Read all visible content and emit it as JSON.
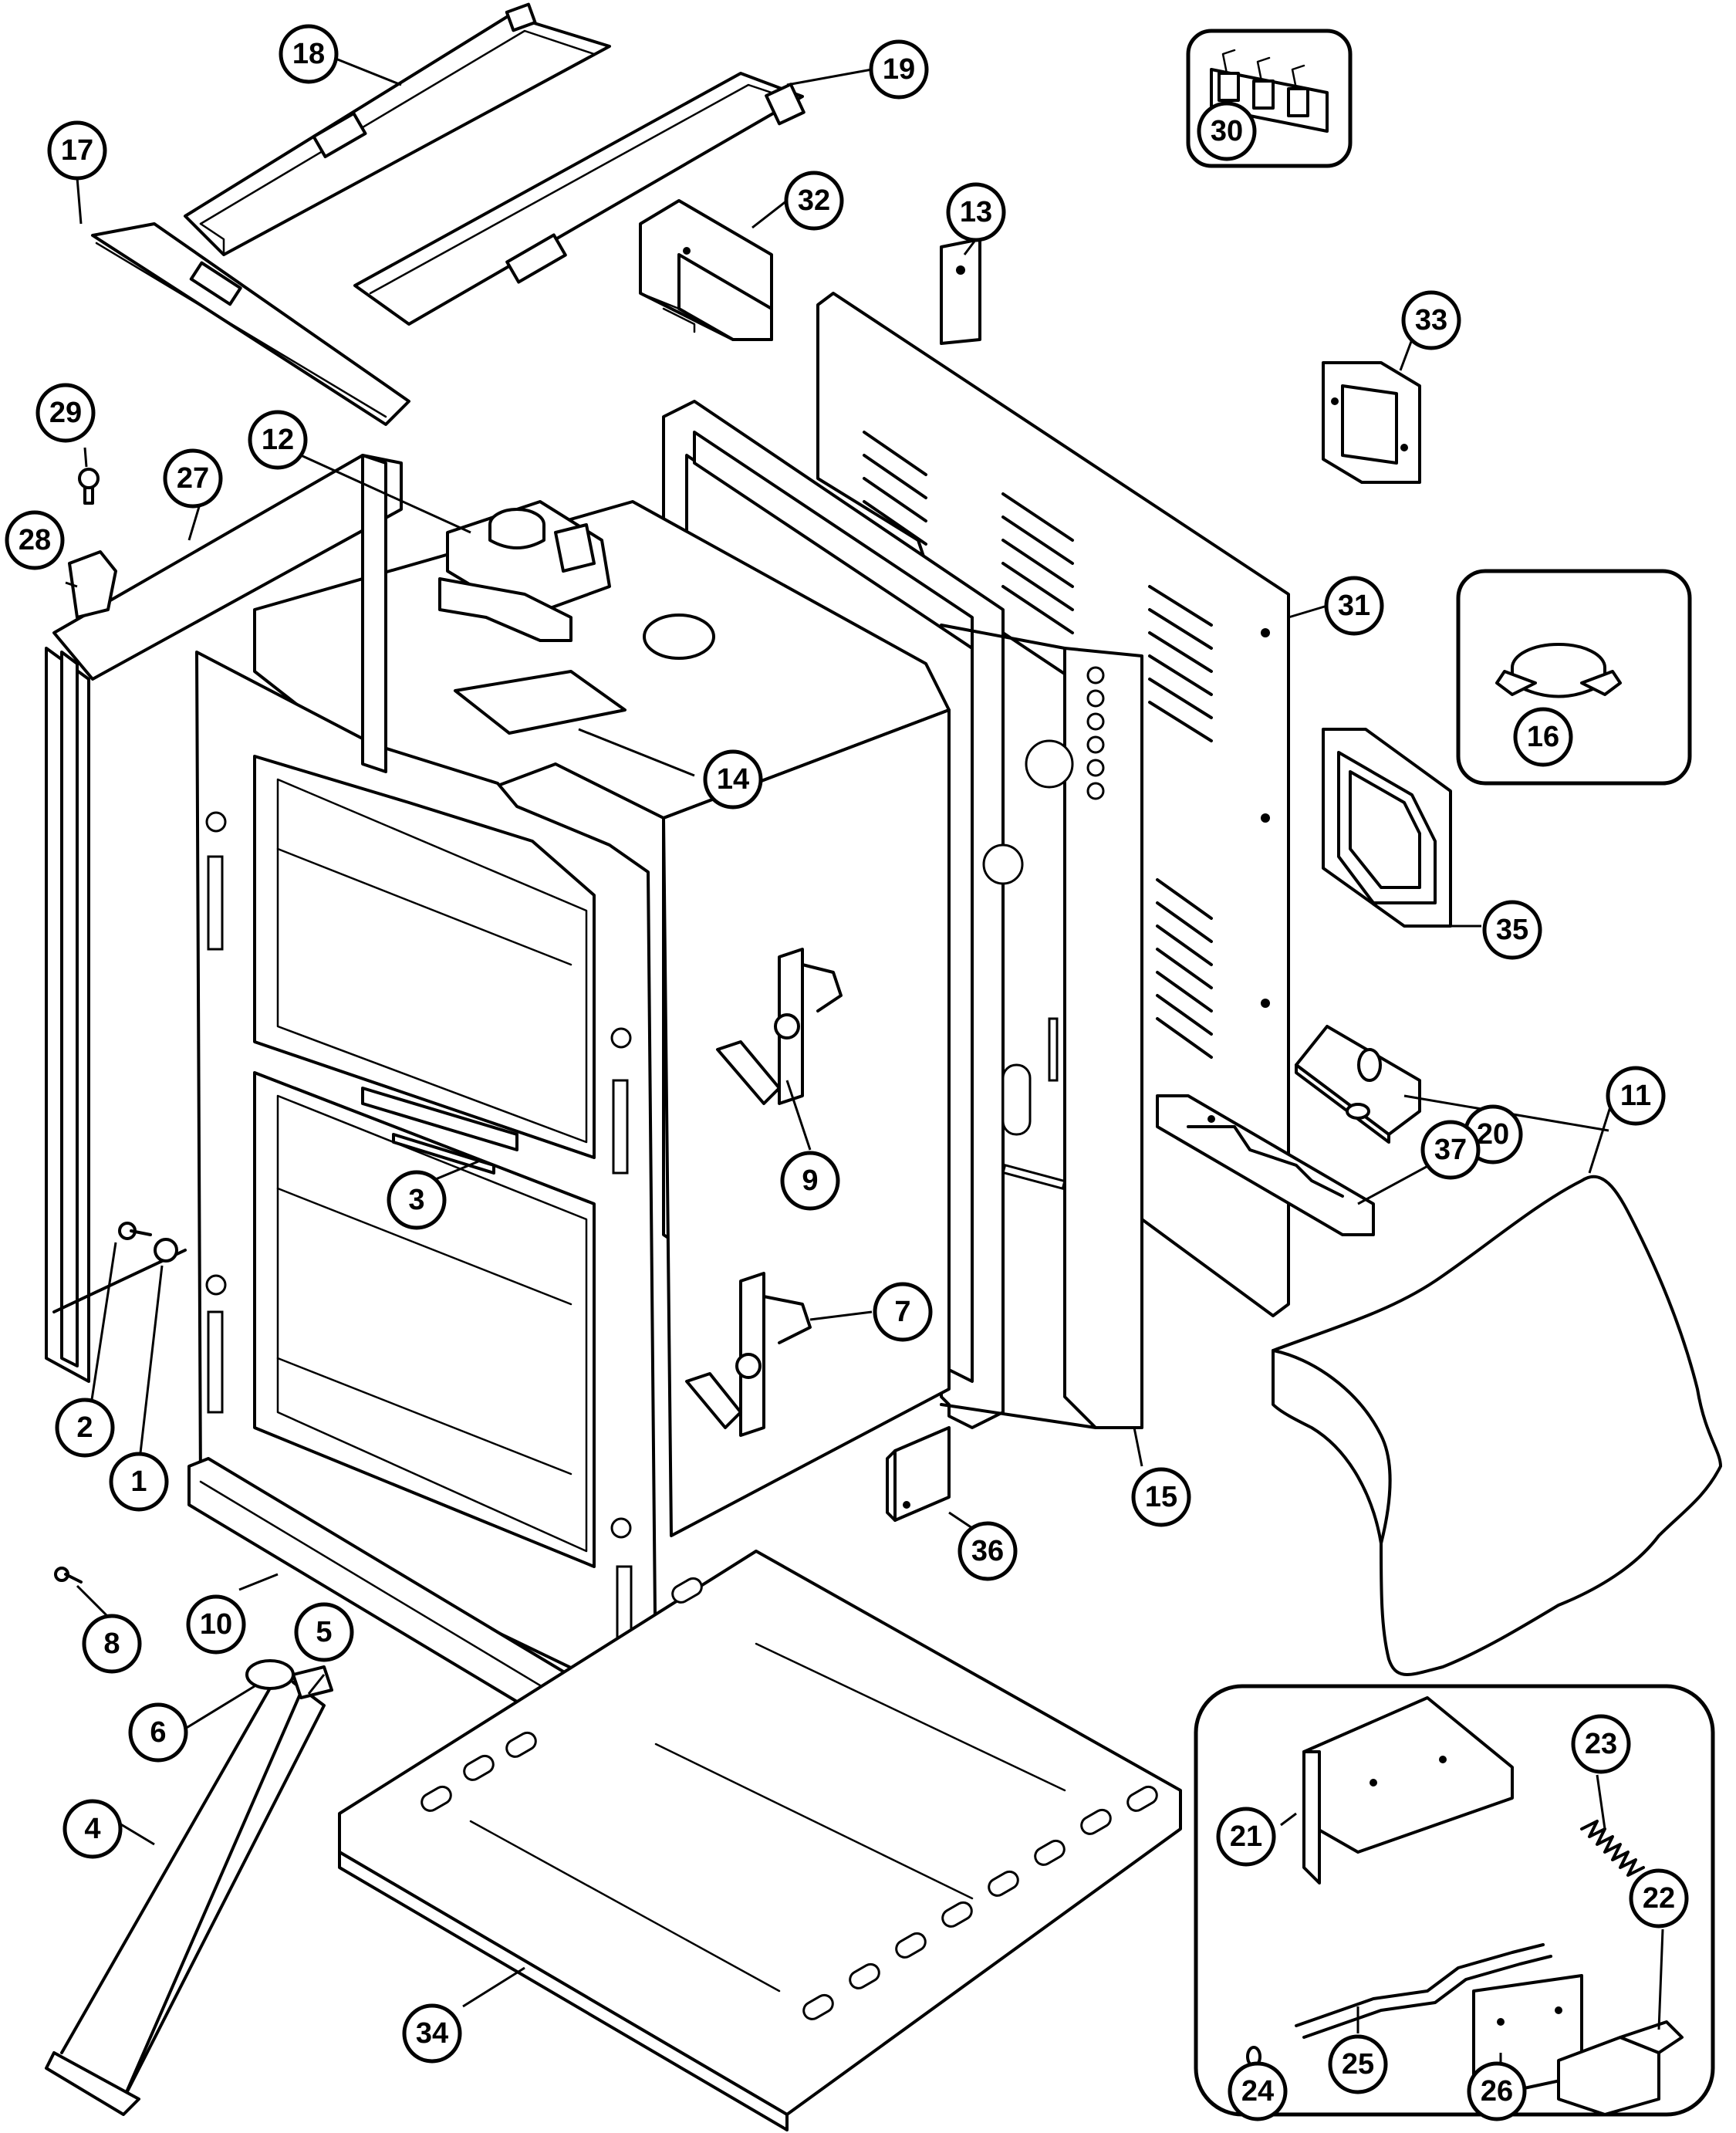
{
  "callouts": [
    {
      "id": "1",
      "label": "1"
    },
    {
      "id": "2",
      "label": "2"
    },
    {
      "id": "3",
      "label": "3"
    },
    {
      "id": "4",
      "label": "4"
    },
    {
      "id": "5",
      "label": "5"
    },
    {
      "id": "6",
      "label": "6"
    },
    {
      "id": "7",
      "label": "7"
    },
    {
      "id": "8",
      "label": "8"
    },
    {
      "id": "9",
      "label": "9"
    },
    {
      "id": "10",
      "label": "10"
    },
    {
      "id": "11",
      "label": "11"
    },
    {
      "id": "12",
      "label": "12"
    },
    {
      "id": "13",
      "label": "13"
    },
    {
      "id": "14",
      "label": "14"
    },
    {
      "id": "15",
      "label": "15"
    },
    {
      "id": "16",
      "label": "16"
    },
    {
      "id": "17",
      "label": "17"
    },
    {
      "id": "18",
      "label": "18"
    },
    {
      "id": "19",
      "label": "19"
    },
    {
      "id": "20",
      "label": "20"
    },
    {
      "id": "21",
      "label": "21"
    },
    {
      "id": "22",
      "label": "22"
    },
    {
      "id": "23",
      "label": "23"
    },
    {
      "id": "24",
      "label": "24"
    },
    {
      "id": "25",
      "label": "25"
    },
    {
      "id": "26",
      "label": "26"
    },
    {
      "id": "27",
      "label": "27"
    },
    {
      "id": "28",
      "label": "28"
    },
    {
      "id": "29",
      "label": "29"
    },
    {
      "id": "30",
      "label": "30"
    },
    {
      "id": "31",
      "label": "31"
    },
    {
      "id": "32",
      "label": "32"
    },
    {
      "id": "33",
      "label": "33"
    },
    {
      "id": "34",
      "label": "34"
    },
    {
      "id": "35",
      "label": "35"
    },
    {
      "id": "36",
      "label": "36"
    },
    {
      "id": "37",
      "label": "37"
    }
  ],
  "icons": {
    "oven_cavity": "oven-cavity-drawing",
    "insulation": "insulation-blanket-drawing",
    "back_panel": "back-panel-drawing"
  }
}
